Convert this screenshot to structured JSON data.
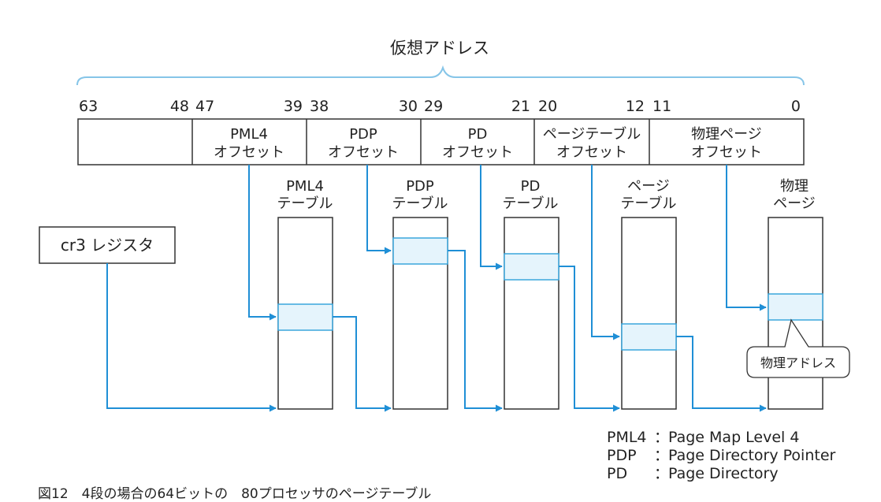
{
  "title": "仮想アドレス",
  "bit_numbers": [
    "63",
    "48",
    "47",
    "39",
    "38",
    "30",
    "29",
    "21",
    "20",
    "12",
    "11",
    "0"
  ],
  "fields": [
    {
      "line1": "",
      "line2": ""
    },
    {
      "line1": "PML4",
      "line2": "オフセット"
    },
    {
      "line1": "PDP",
      "line2": "オフセット"
    },
    {
      "line1": "PD",
      "line2": "オフセット"
    },
    {
      "line1": "ページテーブル",
      "line2": "オフセット"
    },
    {
      "line1": "物理ページ",
      "line2": "オフセット"
    }
  ],
  "register": "cr3 レジスタ",
  "tables": [
    {
      "line1": "PML4",
      "line2": "テーブル"
    },
    {
      "line1": "PDP",
      "line2": "テーブル"
    },
    {
      "line1": "PD",
      "line2": "テーブル"
    },
    {
      "line1": "ページ",
      "line2": "テーブル"
    },
    {
      "line1": "物理",
      "line2": "ページ"
    }
  ],
  "physical_address_callout": "物理アドレス",
  "legend": [
    {
      "abbr": "PML4",
      "sep": "：",
      "desc": "Page Map Level 4"
    },
    {
      "abbr": "PDP",
      "sep": "：",
      "desc": "Page Directory Pointer"
    },
    {
      "abbr": "PD",
      "sep": "：",
      "desc": "Page Directory"
    }
  ],
  "caption": "図12　4段の場合の64ビットの　80プロセッサのページテーブル",
  "colors": {
    "arrow": "#1f8fd6",
    "brace": "#86c5e8",
    "entry_fill": "#e5f4fc",
    "entry_stroke": "#3aa6dc",
    "box_stroke": "#333333"
  }
}
